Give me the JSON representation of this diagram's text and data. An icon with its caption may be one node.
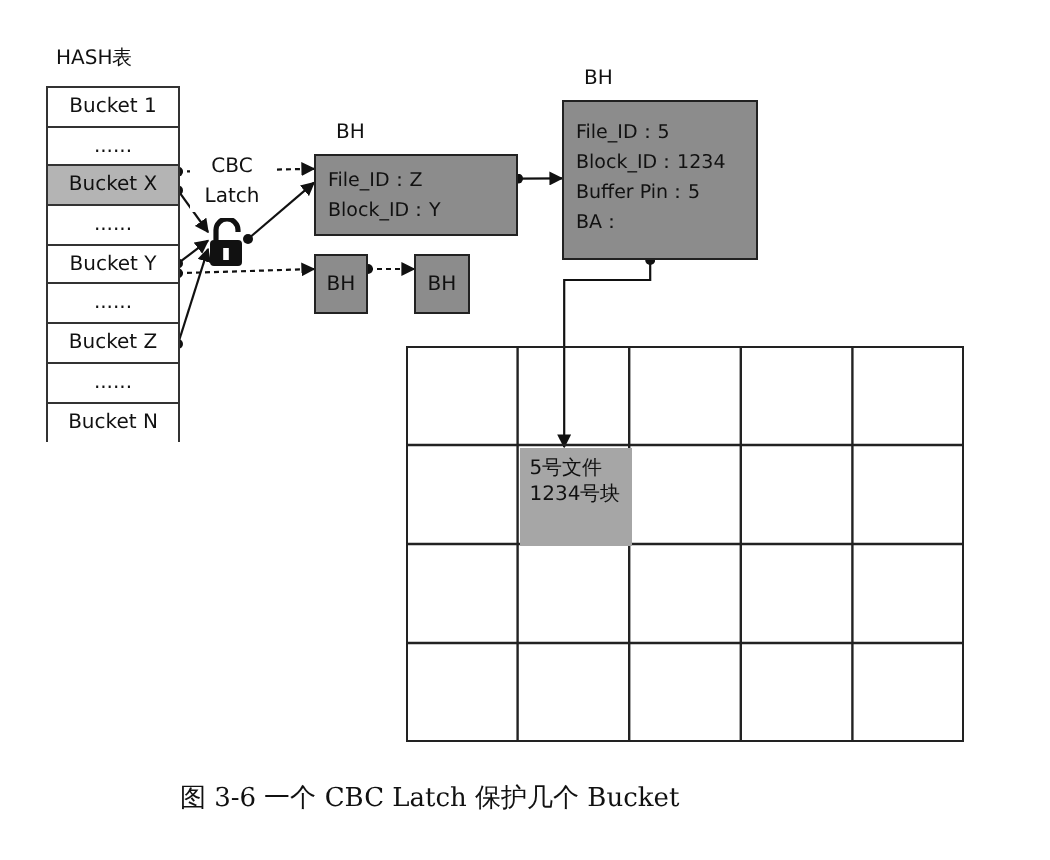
{
  "diagram": {
    "caption": "图 3-6 一个 CBC Latch 保护几个 Bucket",
    "nodes": [
      {
        "text": [
          "HASH表"
        ]
      },
      {
        "text": [
          "Bucket 1"
        ],
        "in": 0
      },
      {
        "text": [
          "......"
        ],
        "in": 0
      },
      {
        "text": [
          "Bucket X"
        ],
        "in": 0
      },
      {
        "text": [
          "......"
        ],
        "in": 0
      },
      {
        "text": [
          "Bucket Y"
        ],
        "in": 0
      },
      {
        "text": [
          "......"
        ],
        "in": 0
      },
      {
        "text": [
          "Bucket Z"
        ],
        "in": 0
      },
      {
        "text": [
          "......"
        ],
        "in": 0
      },
      {
        "text": [
          "Bucket N"
        ],
        "in": 0
      },
      {
        "text": [],
        "shape": "lock",
        "beside": [
          "CBC Latch"
        ]
      },
      {
        "text": [
          "BH",
          "File_ID：Z",
          "Block_ID：Y"
        ]
      },
      {
        "text": [
          "BH"
        ]
      },
      {
        "text": [
          "BH"
        ]
      },
      {
        "text": [
          "BH",
          "File_ID：5",
          "Block_ID：1234",
          "Buffer Pin：5",
          "BA："
        ]
      },
      {
        "text": [],
        "shape": "grid"
      },
      {
        "text": [
          "5号文件1234号块"
        ],
        "in": 15
      }
    ],
    "edges": [
      {
        "from": 3,
        "to": 10,
        "arrow": "to"
      },
      {
        "from": 5,
        "to": 10,
        "arrow": "to"
      },
      {
        "from": 7,
        "to": 10,
        "arrow": "to"
      },
      {
        "from": 10,
        "to": 11,
        "arrow": "to"
      },
      {
        "from": 3,
        "to": 11,
        "arrow": "to",
        "style": "dashed"
      },
      {
        "from": 5,
        "to": 12,
        "arrow": "to",
        "style": "dashed"
      },
      {
        "from": 12,
        "to": 13,
        "arrow": "to",
        "style": "dashed"
      },
      {
        "from": 11,
        "to": 14,
        "arrow": "to"
      },
      {
        "from": 14,
        "to": 16,
        "arrow": "to"
      }
    ]
  }
}
